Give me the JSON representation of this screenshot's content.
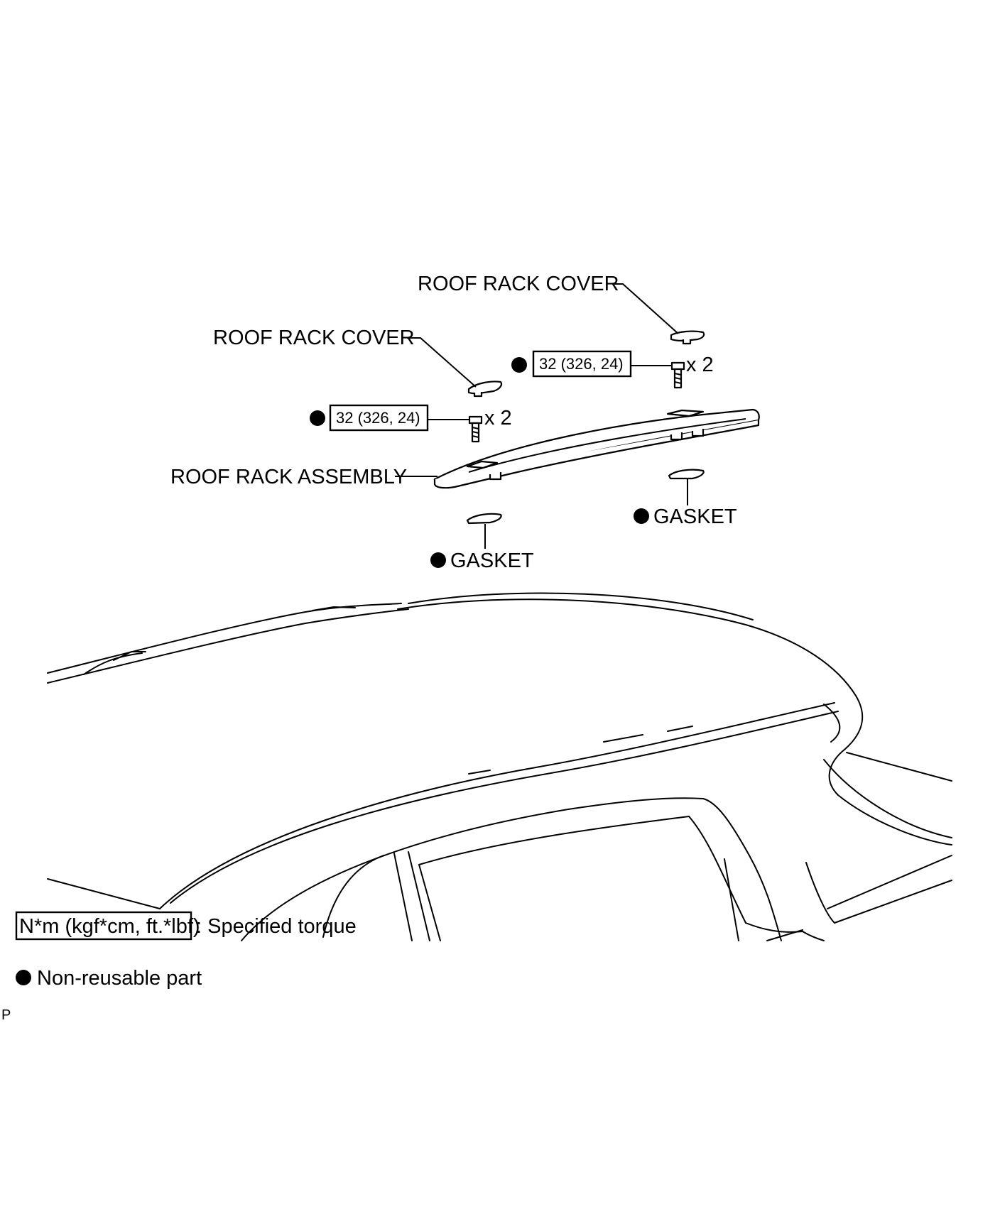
{
  "labels": {
    "roof_rack_cover_right": "ROOF RACK COVER",
    "roof_rack_cover_left": "ROOF RACK COVER",
    "roof_rack_assembly": "ROOF RACK ASSEMBLY",
    "gasket_right": "GASKET",
    "gasket_left": "GASKET",
    "torque_right": "32 (326, 24)",
    "torque_left": "32 (326, 24)",
    "qty_right": "x 2",
    "qty_left": "x 2"
  },
  "legend": {
    "torque_box": "N*m (kgf*cm, ft.*lbf)",
    "torque_text": ": Specified torque",
    "nonreusable_text": "Non-reusable part"
  },
  "figure_code": "P",
  "colors": {
    "ink": "#000000",
    "background": "#ffffff"
  }
}
